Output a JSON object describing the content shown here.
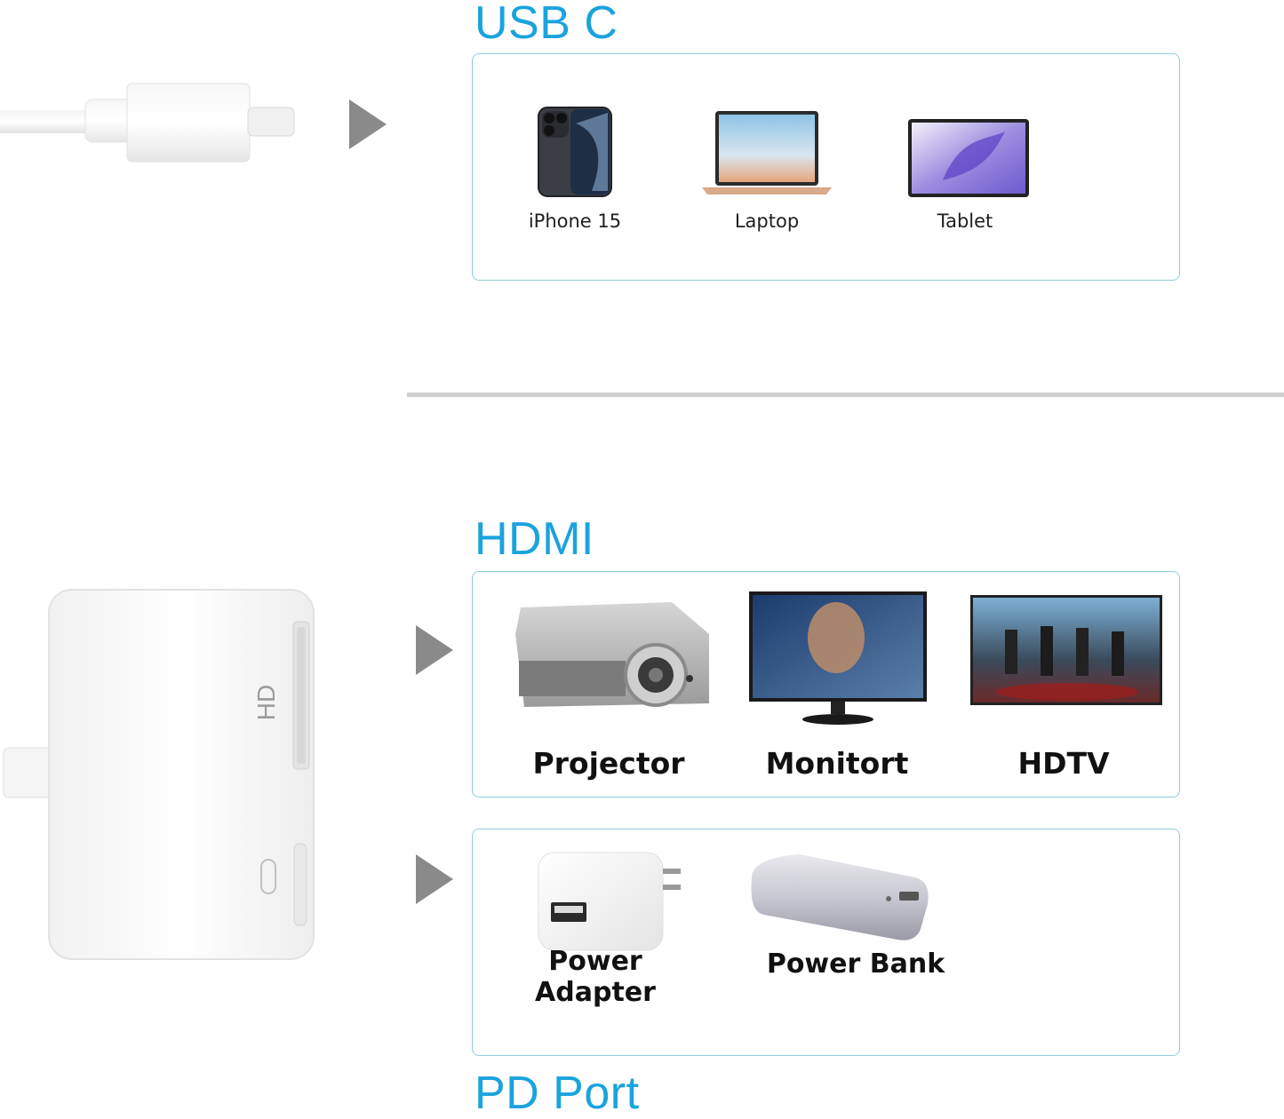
{
  "sections": {
    "usbc": {
      "heading": "USB C",
      "devices": [
        {
          "label": "iPhone 15",
          "icon": "iphone-icon"
        },
        {
          "label": "Laptop",
          "icon": "laptop-icon"
        },
        {
          "label": "Tablet",
          "icon": "tablet-icon"
        }
      ]
    },
    "hdmi": {
      "heading": "HDMI",
      "devices": [
        {
          "label": "Projector",
          "icon": "projector-icon"
        },
        {
          "label": "Monitort",
          "icon": "monitor-icon"
        },
        {
          "label": "HDTV",
          "icon": "tv-icon"
        }
      ]
    },
    "pd": {
      "heading": "PD Port",
      "devices": [
        {
          "label": "Power Adapter",
          "icon": "power-adapter-icon"
        },
        {
          "label": "Power Bank",
          "icon": "power-bank-icon"
        }
      ]
    }
  },
  "adapter": {
    "port_label": "HD"
  },
  "colors": {
    "accent": "#1aa3de",
    "panel_border": "#8fcdd8",
    "arrow": "#8a8a8a"
  }
}
